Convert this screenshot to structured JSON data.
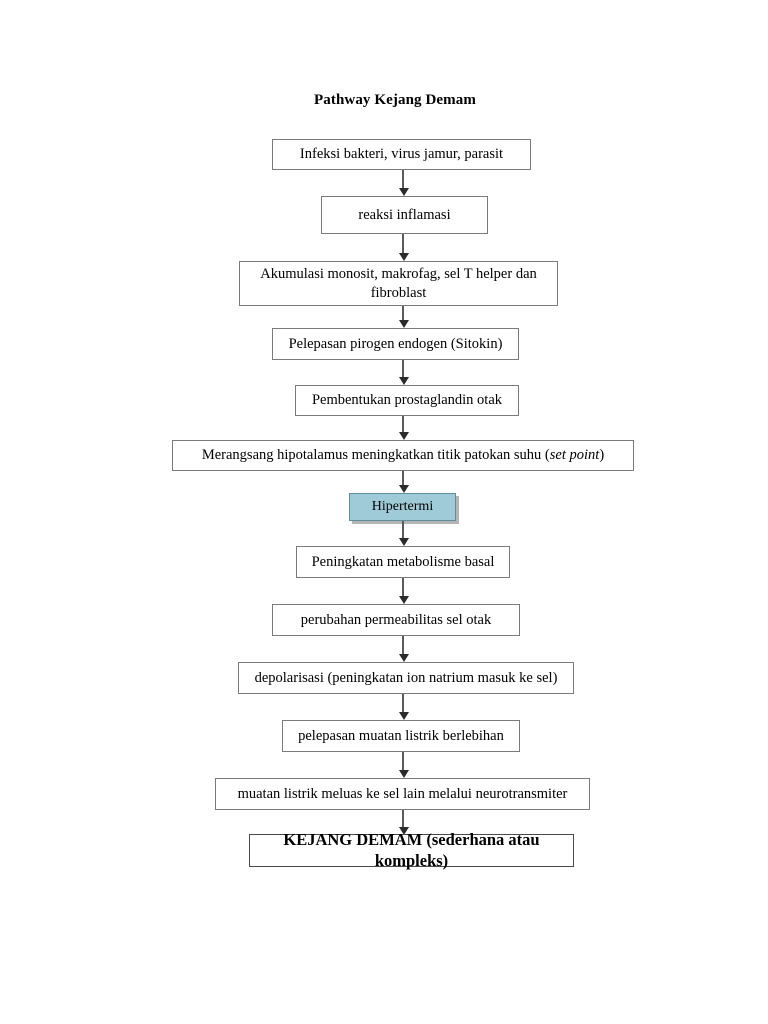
{
  "diagram": {
    "type": "flowchart",
    "orientation": "vertical",
    "title": "Pathway Kejang Demam",
    "colors": {
      "highlight_fill": "#9FCBD8",
      "box_border": "#7b7b7b",
      "arrow": "#2b2b2b",
      "text": "#000000",
      "background": "#ffffff"
    },
    "nodes": [
      {
        "id": "n1",
        "label": "Infeksi bakteri, virus jamur, parasit"
      },
      {
        "id": "n2",
        "label": "reaksi inflamasi"
      },
      {
        "id": "n3",
        "label": "Akumulasi monosit, makrofag, sel T helper dan fibroblast"
      },
      {
        "id": "n4",
        "label": "Pelepasan pirogen endogen (Sitokin)"
      },
      {
        "id": "n5",
        "label": "Pembentukan prostaglandin otak"
      },
      {
        "id": "n6",
        "label_prefix": "Merangsang hipotalamus meningkatkan titik patokan suhu (",
        "label_italic": "set point",
        "label_suffix": ")"
      },
      {
        "id": "n7",
        "label": "Hipertermi"
      },
      {
        "id": "n8",
        "label": "Peningkatan metabolisme basal"
      },
      {
        "id": "n9",
        "label": "perubahan permeabilitas sel otak"
      },
      {
        "id": "n10",
        "label": "depolarisasi (peningkatan ion natrium masuk ke sel)"
      },
      {
        "id": "n11",
        "label": "pelepasan muatan listrik berlebihan"
      },
      {
        "id": "n12",
        "label": "muatan listrik meluas ke sel lain melalui neurotransmiter"
      },
      {
        "id": "n13",
        "label": "KEJANG DEMAM (sederhana atau kompleks)"
      }
    ]
  }
}
